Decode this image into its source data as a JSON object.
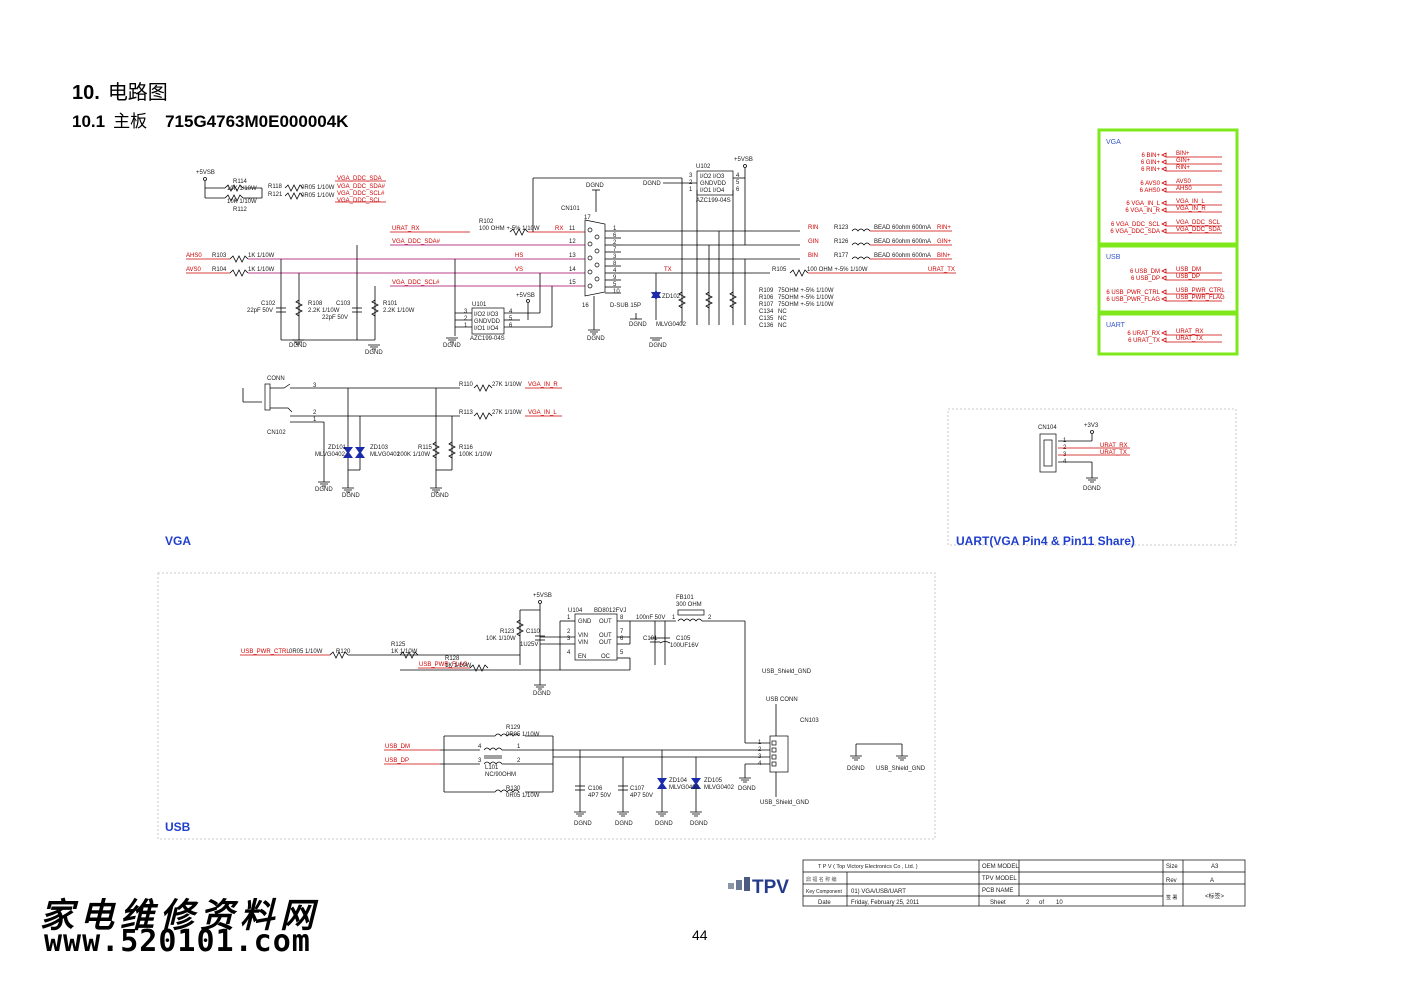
{
  "heading": {
    "num": "10.",
    "title": "电路图"
  },
  "subheading": {
    "num": "10.1",
    "label": "主板",
    "part": "715G4763M0E000004K"
  },
  "page_number": "44",
  "watermark": {
    "line1": "家电维修资料网",
    "line2": "www.520101.com"
  },
  "sections": {
    "vga": "VGA",
    "uart": "UART(VGA Pin4 & Pin11 Share)",
    "usb": "USB"
  },
  "offpage": {
    "vga_title": "VGA",
    "vga_in": [
      "6  BIN+",
      "6  GIN+",
      "6  RIN+",
      "6  AVS0",
      "6  AHS0",
      "6  VGA_IN_L",
      "6  VGA_IN_R",
      "6  VGA_DDC_SCL",
      "6  VGA_DDC_SDA"
    ],
    "vga_out": [
      "BIN+",
      "GIN+",
      "RIN+",
      "AVS0",
      "AHS0",
      "VGA_IN_L",
      "VGA_IN_R",
      "VGA_DDC_SCL",
      "VGA_DDC_SDA"
    ],
    "usb_title": "USB",
    "usb_in": [
      "6  USB_DM",
      "6  USB_DP",
      "6  USB_PWR_CTRL",
      "6  USB_PWR_FLAG"
    ],
    "usb_out": [
      "USB_DM",
      "USB_DP",
      "USB_PWR_CTRL",
      "USB_PWR_FLAG"
    ],
    "uart_title": "UART",
    "uart_in": [
      "6  URAT_RX",
      "6  URAT_TX"
    ],
    "uart_out": [
      "URAT_RX",
      "URAT_TX"
    ]
  },
  "vga": {
    "pwr": "+5VSB",
    "r114": "R114",
    "r114v": "10K 1/10W",
    "r112": "R112",
    "r112v": "10K 1/10W",
    "r118": "R118",
    "r118v": "0R05 1/10W",
    "r121": "R121",
    "r121v": "0R05 1/10W",
    "ddc_sda": "VGA_DDC_SDA",
    "ddc_sda2": "VGA_DDC_SDA#",
    "ddc_scl2": "VGA_DDC_SCL#",
    "ddc_scl": "VGA_DDC_SCL",
    "urat_rx": "URAT_RX",
    "r102": "R102",
    "r102v": "100 OHM +-5% 1/10W",
    "rx": "RX",
    "sda_hash": "VGA_DDC_SDA#",
    "ahs0": "AHS0",
    "avs0": "AVS0",
    "hs": "HS",
    "vs": "VS",
    "tx": "TX",
    "r103": "R103",
    "r103v": "1K 1/10W",
    "r104": "R104",
    "r104v": "1K 1/10W",
    "scl_hash": "VGA_DDC_SCL#",
    "c102": "C102",
    "c102v": "22pF 50V",
    "r108": "R108",
    "r108v": "2.2K 1/10W",
    "c103": "C103",
    "c103v": "22pF 50V",
    "r101": "R101",
    "r101v": "2.2K 1/10W",
    "u101": "U101",
    "u101a": "I/O2 I/O3",
    "u101b": "GNDVDD",
    "u101c": "I/O1 I/O4",
    "u101p": "AZC199-04S",
    "cn101": "CN101",
    "dsub": "D-SUB 15P",
    "u102": "U102",
    "u102a": "I/O2 I/O3",
    "u102b": "GNDVDD",
    "u102c": "I/O1 I/O4",
    "u102p": "AZC199-04S",
    "dgnd": "DGND",
    "rin": "RIN",
    "gin": "GIN",
    "bin": "BIN",
    "r123": "R123",
    "r126": "R126",
    "r177": "R177",
    "bead": "BEAD 60ohm 600mA",
    "rinp": "RIN+",
    "ginp": "GIN+",
    "binp": "BIN+",
    "r105": "R105",
    "r105v": "100 OHM +-5% 1/10W",
    "urat_tx": "URAT_TX",
    "zd102": "ZD102",
    "mlvg": "MLVG0402",
    "r109": "R109",
    "r109v": "75OHM +-5% 1/10W",
    "r106": "R106",
    "r106v": "75OHM +-5% 1/10W",
    "r107": "R107",
    "r107v": "75OHM +-5% 1/10W",
    "c134": "C134",
    "c135": "C135",
    "c136": "C136",
    "nc": "NC",
    "conn": "CONN",
    "cn102": "CN102",
    "r110": "R110",
    "r110v": "27K 1/10W",
    "in_r": "VGA_IN_R",
    "r113": "R113",
    "r113v": "27K 1/10W",
    "in_l": "VGA_IN_L",
    "zd101": "ZD101",
    "zd103": "ZD103",
    "r115": "R115",
    "r115v": "100K 1/10W",
    "r116": "R116",
    "r116v": "100K 1/10W"
  },
  "uart": {
    "cn104": "CN104",
    "pwr": "+3V3",
    "rx": "URAT_RX",
    "tx": "URAT_TX",
    "gnd": "DGND"
  },
  "usb": {
    "pwr": "+5VSB",
    "u104": "U104",
    "ic": "BD8012FVJ",
    "gnd": "GND",
    "out": "OUT",
    "vin": "VIN",
    "en": "EN",
    "oc": "OC",
    "r123": "R123",
    "r123v": "10K 1/10W",
    "c110": "C110",
    "c110v": "1U25V",
    "pwr_ctrl": "USB_PWR_CTRL",
    "r05": "0R05 1/10W",
    "r120": "R120",
    "r125": "R125",
    "r125v": "1K 1/10W",
    "pwr_flag": "USB_PWR_FLAG",
    "r128": "R128",
    "r128v": "1K 1/10W",
    "fb101": "FB101",
    "fb101v": "300 OHM",
    "c101": "C101",
    "c101v": "100nF 50V",
    "c105": "C105",
    "c105v": "100UF16V",
    "shield": "USB_Shield_GND",
    "conn": "USB CONN",
    "cn103": "CN103",
    "r129": "R129",
    "r129v": "0R05 1/10W",
    "r130": "R130",
    "r130v": "0R05 1/10W",
    "dm": "USB_DM",
    "dp": "USB_DP",
    "l101": "L101",
    "l101v": "NC/90OHM",
    "c106": "C106",
    "c106v": "4P7 50V",
    "c107": "C107",
    "c107v": "4P7 50V",
    "zd104": "ZD104",
    "zd105": "ZD105",
    "mlvg": "MLVG0402",
    "dgnd": "DGND"
  },
  "titleblock": {
    "company": "T P V  ( Top  Victory  Electronics  Co ,  Ltd. )",
    "oem": "OEM MODEL",
    "size": "Size",
    "size_v": "A3",
    "row2a": "鼎 福 名 称 编",
    "tpv": "TPV MODEL",
    "rev": "Rev",
    "rev_v": "A",
    "key": "Key Component",
    "key_v": "01) VGA/USB/UART",
    "pcb": "PCB NAME",
    "sig": "签 署",
    "sig_v": "<标签>",
    "date": "Date",
    "date_v": "Friday, February 25, 2011",
    "sheet": "Sheet",
    "sheet_v": "2",
    "of": "of",
    "total": "10",
    "logo": "TPV"
  }
}
